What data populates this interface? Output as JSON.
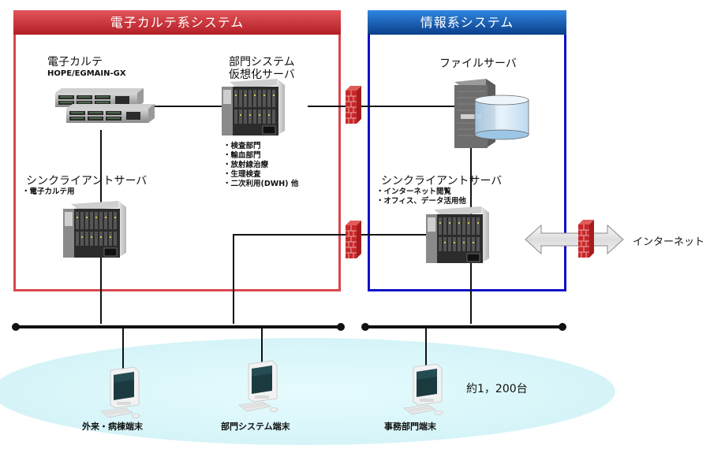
{
  "systems": {
    "emr": {
      "title": "電子カルテ系システム",
      "color": "#d9474f",
      "emr_server": {
        "name": "電子カルテ",
        "model": "HOPE/EGMAIN-GX"
      },
      "dept_server": {
        "name_line1": "部門システム",
        "name_line2": "仮想化サーバ",
        "items": [
          "検査部門",
          "輸血部門",
          "放射線治療",
          "生理検査",
          "二次利用(DWH) 他"
        ]
      },
      "thin_client": {
        "name": "シンクライアントサーバ",
        "items": [
          "電子カルテ用"
        ]
      }
    },
    "info": {
      "title": "情報系システム",
      "color": "#1010c8",
      "file_server": {
        "name": "ファイルサーバ"
      },
      "thin_client": {
        "name": "シンクライアントサーバ",
        "items": [
          "インターネット閲覧",
          "オフィス、データ活用他"
        ]
      }
    }
  },
  "internet": {
    "label": "インターネット"
  },
  "terminals": [
    {
      "label": "外来・病棟端末"
    },
    {
      "label": "部門システム端末"
    },
    {
      "label": "事務部門端末"
    }
  ],
  "terminal_count": "約1，200台",
  "icons": {
    "firewall": "firewall-icon",
    "rack_server": "rack-server-icon",
    "blade_server": "blade-server-icon",
    "tower_server": "tower-server-icon",
    "storage": "storage-cylinder-icon",
    "pc": "desktop-pc-icon",
    "arrow": "double-arrow-icon"
  }
}
